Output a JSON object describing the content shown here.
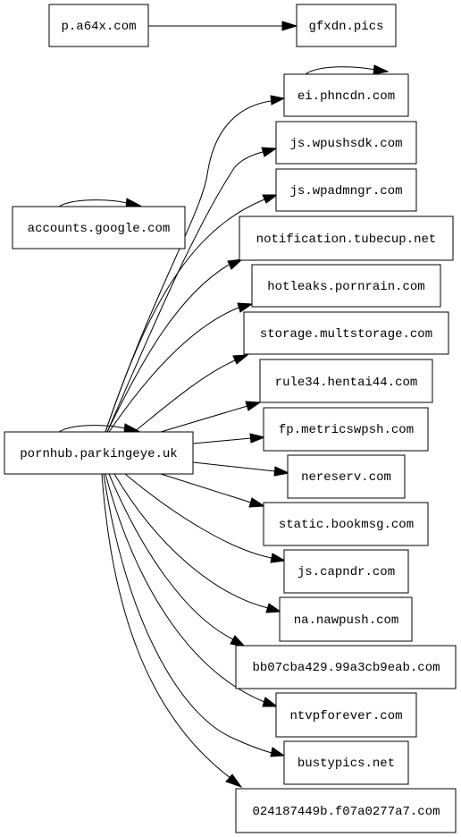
{
  "nodes": {
    "p_a64x": "p.a64x.com",
    "gfxdn": "gfxdn.pics",
    "ei_phncdn": "ei.phncdn.com",
    "js_wpushsdk": "js.wpushsdk.com",
    "js_wpadmngr": "js.wpadmngr.com",
    "accounts_google": "accounts.google.com",
    "notification_tubecup": "notification.tubecup.net",
    "hotleaks_pornrain": "hotleaks.pornrain.com",
    "storage_multstorage": "storage.multstorage.com",
    "rule34_hentai44": "rule34.hentai44.com",
    "pornhub_parkingeye": "pornhub.parkingeye.uk",
    "fp_metricswpsh": "fp.metricswpsh.com",
    "nereserv": "nereserv.com",
    "static_bookmsg": "static.bookmsg.com",
    "js_capndr": "js.capndr.com",
    "na_nawpush": "na.nawpush.com",
    "bb07cba": "bb07cba429.99a3cb9eab.com",
    "ntvpforever": "ntvpforever.com",
    "bustypics": "bustypics.net",
    "h024187449b": "024187449b.f07a0277a7.com"
  },
  "edges": [
    {
      "from": "p_a64x",
      "to": "gfxdn"
    },
    {
      "from": "ei_phncdn",
      "to": "ei_phncdn"
    },
    {
      "from": "accounts_google",
      "to": "accounts_google"
    },
    {
      "from": "pornhub_parkingeye",
      "to": "pornhub_parkingeye"
    },
    {
      "from": "pornhub_parkingeye",
      "to": "ei_phncdn"
    },
    {
      "from": "pornhub_parkingeye",
      "to": "js_wpushsdk"
    },
    {
      "from": "pornhub_parkingeye",
      "to": "js_wpadmngr"
    },
    {
      "from": "pornhub_parkingeye",
      "to": "notification_tubecup"
    },
    {
      "from": "pornhub_parkingeye",
      "to": "hotleaks_pornrain"
    },
    {
      "from": "pornhub_parkingeye",
      "to": "storage_multstorage"
    },
    {
      "from": "pornhub_parkingeye",
      "to": "rule34_hentai44"
    },
    {
      "from": "pornhub_parkingeye",
      "to": "fp_metricswpsh"
    },
    {
      "from": "pornhub_parkingeye",
      "to": "nereserv"
    },
    {
      "from": "pornhub_parkingeye",
      "to": "static_bookmsg"
    },
    {
      "from": "pornhub_parkingeye",
      "to": "js_capndr"
    },
    {
      "from": "pornhub_parkingeye",
      "to": "na_nawpush"
    },
    {
      "from": "pornhub_parkingeye",
      "to": "bb07cba"
    },
    {
      "from": "pornhub_parkingeye",
      "to": "ntvpforever"
    },
    {
      "from": "pornhub_parkingeye",
      "to": "bustypics"
    },
    {
      "from": "pornhub_parkingeye",
      "to": "h024187449b"
    }
  ]
}
